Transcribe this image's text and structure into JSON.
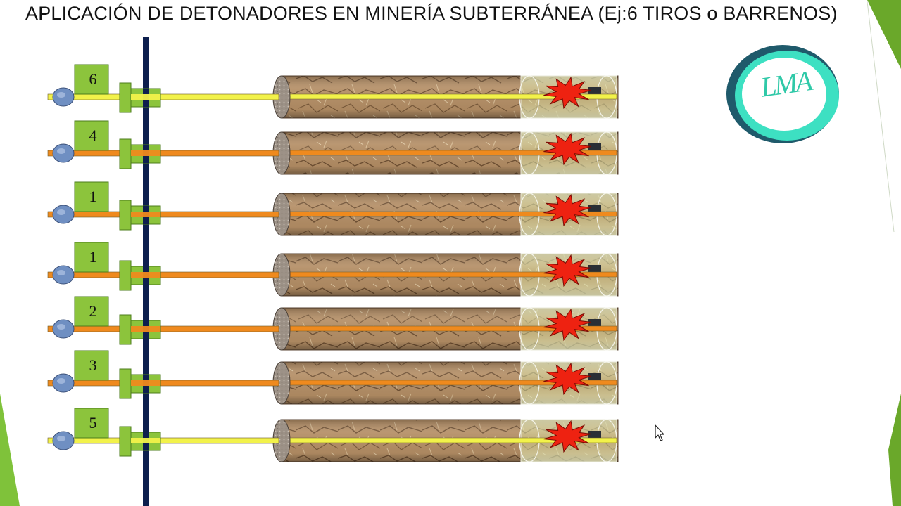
{
  "slide": {
    "title": "APLICACIÓN DE  DETONADORES EN MINERÍA SUBTERRÁNEA (Ej:6 TIROS o BARRENOS)"
  },
  "logo": {
    "text": "LMA",
    "icon": "lma-logo"
  },
  "colors": {
    "background": "#ffffff",
    "green_box": "#8cc43c",
    "trunk_line": "#0d1f4e",
    "fuse_yellow": "#f2f24a",
    "fuse_orange": "#ef8a1e",
    "rock": "#b7936a",
    "explosion": "#ee2211",
    "accent_green": "#6aa82a"
  },
  "holes": [
    {
      "delay": "6",
      "fuse_color": "yellow"
    },
    {
      "delay": "4",
      "fuse_color": "orange"
    },
    {
      "delay": "1",
      "fuse_color": "orange"
    },
    {
      "delay": "1",
      "fuse_color": "orange"
    },
    {
      "delay": "2",
      "fuse_color": "orange"
    },
    {
      "delay": "3",
      "fuse_color": "orange"
    },
    {
      "delay": "5",
      "fuse_color": "yellow"
    }
  ],
  "cursor": {
    "icon": "mouse-pointer-icon"
  }
}
